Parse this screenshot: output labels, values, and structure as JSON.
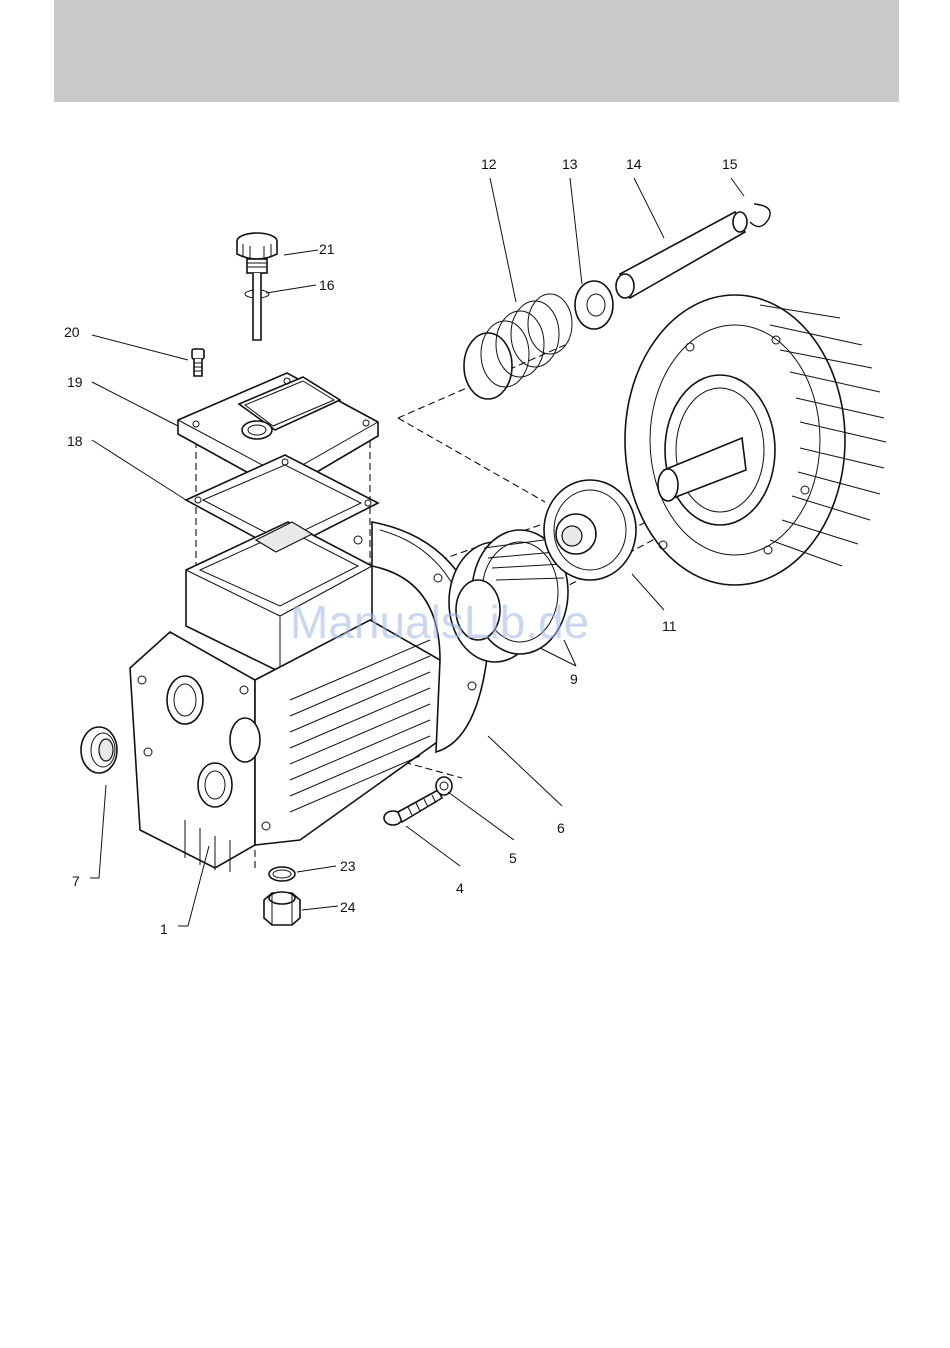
{
  "callouts": {
    "c1": "1",
    "c4": "4",
    "c5": "5",
    "c6": "6",
    "c7": "7",
    "c9": "9",
    "c11": "11",
    "c12": "12",
    "c13": "13",
    "c14": "14",
    "c15": "15",
    "c16": "16",
    "c18": "18",
    "c19": "19",
    "c20": "20",
    "c21": "21",
    "c23": "23",
    "c24": "24"
  },
  "watermark": "ManualsLib.de",
  "colors": {
    "header_bar": "#c8c9cb",
    "line": "#111111",
    "watermark": "#9fb8e6"
  }
}
